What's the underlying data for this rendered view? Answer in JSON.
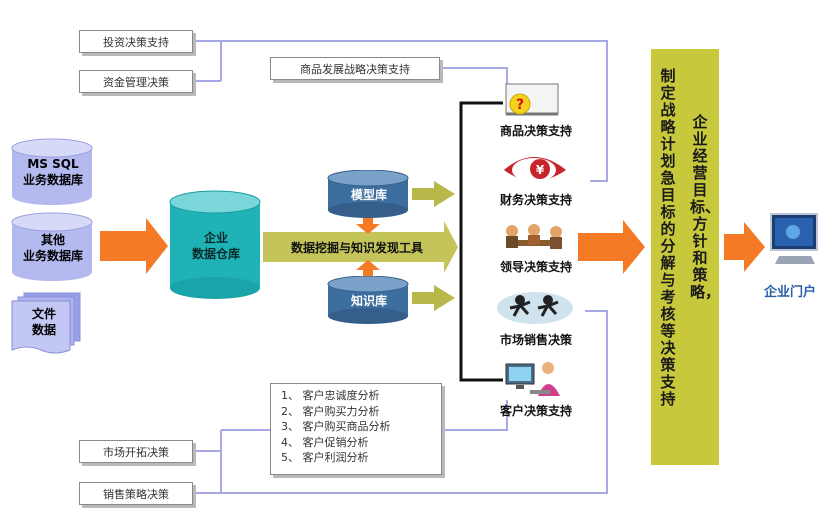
{
  "top_boxes": {
    "invest": "投资决策支持",
    "capital": "资金管理决策",
    "product_strategy": "商品发展战略决策支持"
  },
  "bottom_boxes": {
    "market_expand": "市场开拓决策",
    "sales_strategy": "销售策略决策"
  },
  "sources": {
    "mssql": "MS SQL\n业务数据库",
    "other": "其他\n业务数据库",
    "files": "文件\n数据"
  },
  "warehouse": "企业\n数据仓库",
  "model_db": "模型库",
  "knowledge_db": "知识库",
  "mining_tool": "数据挖掘与知识发现工具",
  "decisions": [
    {
      "label": "商品决策支持",
      "icon": "question-board-icon"
    },
    {
      "label": "财务决策支持",
      "icon": "yen-coin-icon"
    },
    {
      "label": "领导决策支持",
      "icon": "meeting-people-icon"
    },
    {
      "label": "市场销售决策",
      "icon": "running-people-icon"
    },
    {
      "label": "客户决策支持",
      "icon": "computer-user-icon"
    }
  ],
  "customer_analysis": [
    "1、 客户忠诚度分析",
    "2、 客户购买力分析",
    "3、 客户购买商品分析",
    "4、 客户促销分析",
    "5、 客户利润分析"
  ],
  "strategy_columns": {
    "left": "制定战略计划急目标的分解与考核等决策支持",
    "right": "企业经营目标、方针和策略，"
  },
  "portal": "企业门户",
  "colors": {
    "cylinder_teal": "#1fb3b8",
    "cylinder_blue": "#3c6f9f",
    "arrow_orange": "#f47a26",
    "arrow_olive": "#b8b84a",
    "strip_olive": "#c8c83c",
    "connector_lavender": "#a8a8e6",
    "portal_blue": "#2a5da8"
  }
}
